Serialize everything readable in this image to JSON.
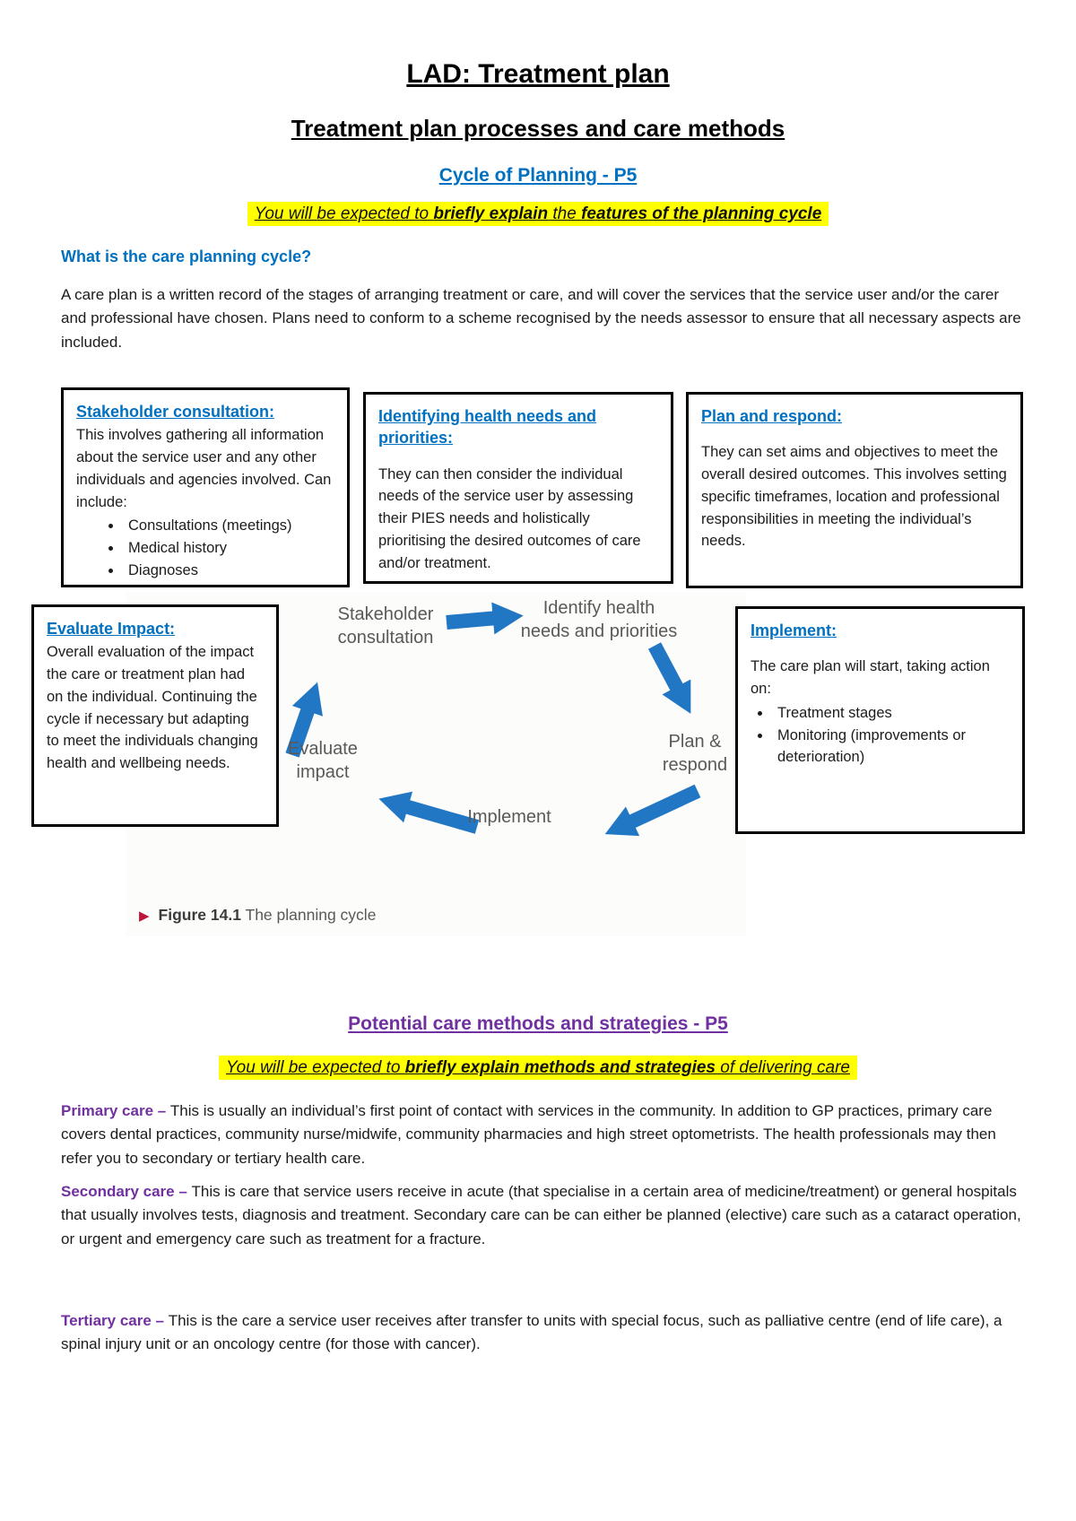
{
  "doc": {
    "title": "LAD: Treatment plan",
    "subtitle": "Treatment plan processes and care methods"
  },
  "cycle_section": {
    "heading": "Cycle of Planning - P5",
    "highlight_parts": [
      {
        "text": "You will be expected to ",
        "bold": false
      },
      {
        "text": "briefly explain",
        "bold": true
      },
      {
        "text": " the ",
        "bold": false
      },
      {
        "text": "features of the planning cycle",
        "bold": true
      }
    ],
    "question": "What is the care planning cycle?",
    "intro": "A care plan is a written record of the stages of arranging treatment or care, and will cover the services that the service user and/or the carer and professional have chosen. Plans need to conform to a scheme recognised by the needs assessor to ensure that all necessary aspects are included."
  },
  "boxes": {
    "stakeholder": {
      "title": "Stakeholder consultation:",
      "body": "This involves gathering all information about the service user and any other individuals and agencies involved. Can include:",
      "bullets": [
        "Consultations (meetings)",
        "Medical history",
        "Diagnoses"
      ]
    },
    "identify": {
      "title": "Identifying health needs and priorities:",
      "body": "They can then consider the individual needs of the service user by assessing their PIES needs and holistically prioritising the desired outcomes of care and/or treatment."
    },
    "plan": {
      "title": "Plan and respond:",
      "body": "They can set aims and objectives to meet the overall desired outcomes. This involves setting specific timeframes, location and professional responsibilities in meeting the individual’s needs."
    },
    "evaluate": {
      "title": "Evaluate Impact:",
      "body": "Overall evaluation of the impact the care or treatment plan had on the individual. Continuing the cycle if necessary but adapting to meet the individuals changing health and wellbeing needs."
    },
    "implement": {
      "title": "Implement:",
      "body": "The care plan will start, taking action on:",
      "bullets": [
        "Treatment stages",
        "Monitoring (improvements or deterioration)"
      ]
    }
  },
  "figure": {
    "labels": {
      "stakeholder": "Stakeholder consultation",
      "identify": "Identify health needs and priorities",
      "plan": "Plan & respond",
      "implement": "Implement",
      "evaluate": "Evaluate impact"
    },
    "caption_marker": "▶",
    "caption_label": "Figure 14.1",
    "caption_text": "The planning cycle",
    "arrow_color": "#2277C5"
  },
  "methods_section": {
    "heading": "Potential care methods and strategies - P5",
    "highlight_parts": [
      {
        "text": "You will be expected to ",
        "bold": false
      },
      {
        "text": "briefly explain methods and strategies",
        "bold": true
      },
      {
        "text": " of delivering care",
        "bold": false
      }
    ],
    "paragraphs": [
      {
        "label": "Primary care – ",
        "text": "This is usually an individual’s first point of contact with services in the community. In addition to GP practices, primary care covers dental practices, community nurse/midwife, community pharmacies and high street optometrists. The health professionals may then refer you to secondary or tertiary health care."
      },
      {
        "label": "Secondary care – ",
        "text": "This is care that service users receive in acute (that specialise in a certain area of medicine/treatment) or general hospitals that usually involves tests, diagnosis and treatment. Secondary care can be can either be planned (elective) care such as a cataract operation, or urgent and emergency care such as treatment for a fracture."
      },
      {
        "label": "Tertiary care – ",
        "text": "This is the care a service user receives after transfer to units with special focus, such as palliative centre (end of life care), a spinal injury unit or an oncology centre (for those with cancer)."
      }
    ]
  },
  "colors": {
    "heading_blue": "#0070C0",
    "heading_purple": "#7030A0",
    "highlight_yellow": "#FFFF00",
    "arrow_blue": "#2277C5",
    "caption_marker_red": "#C0143C",
    "diagram_label_gray": "#595959"
  }
}
